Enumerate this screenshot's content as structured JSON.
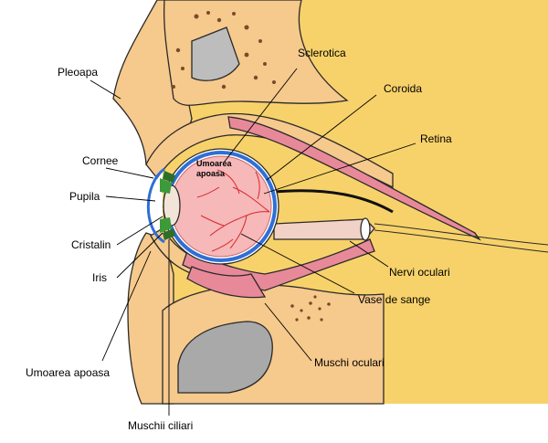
{
  "labels": {
    "pleoapa": "Pleoapa",
    "cornee": "Cornee",
    "pupila": "Pupila",
    "cristalin": "Cristalin",
    "iris": "Iris",
    "umoarea_apoasa_left": "Umoarea apoasa",
    "muschii_ciliari": "Muschii ciliari",
    "sclerotica": "Sclerotica",
    "coroida": "Coroida",
    "retina": "Retina",
    "nervi_oculari": "Nervi oculari",
    "vase_de_sange": "Vase de sange",
    "muschi_oculari": "Muschi oculari",
    "umoarea_inside_1": "Umoarea",
    "umoarea_inside_2": "apoasa"
  },
  "colors": {
    "background": "#ffffff",
    "tissue_yellow": "#f7d26a",
    "skin": "#f6c98c",
    "bone_gray": "#a9a9a9",
    "bone_light": "#d9d9d9",
    "muscle_pink": "#e8899a",
    "eyeball": "#f6b8b8",
    "sclera_blue": "#2f6fd6",
    "vessels": "#d9262c",
    "iris_green": "#3d9a3a",
    "lens": "#f2e4d8"
  }
}
